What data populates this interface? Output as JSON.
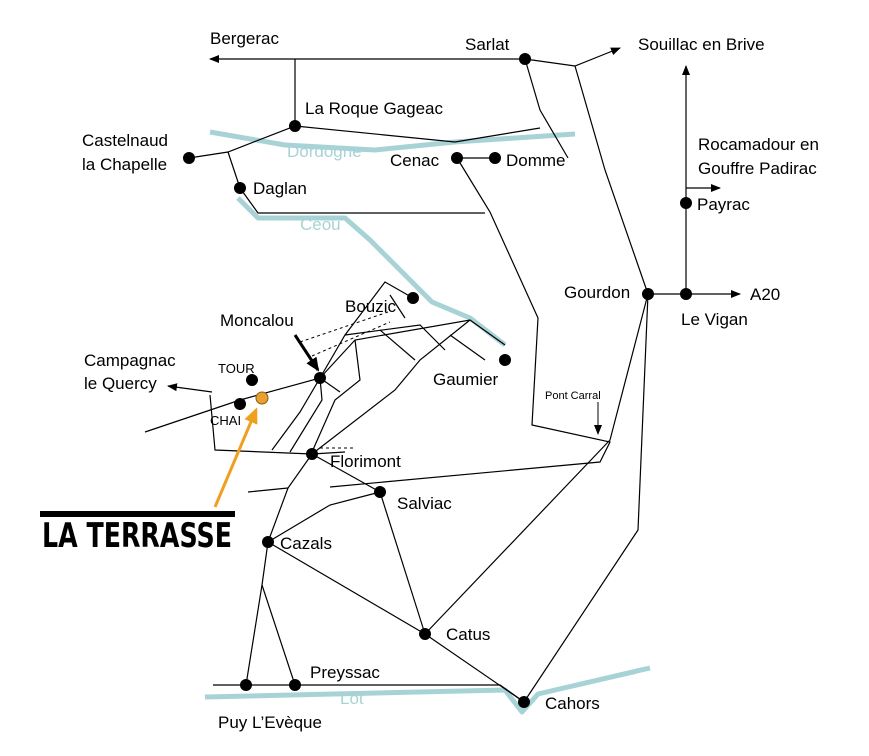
{
  "rivers": {
    "dordogne": "Dordogne",
    "ceou": "Ceou",
    "lot": "Lot"
  },
  "places": {
    "bergerac": "Bergerac",
    "sarlat": "Sarlat",
    "souillac": "Souillac en Brive",
    "la_roque_gageac": "La Roque Gageac",
    "castelnaud_1": "Castelnaud",
    "castelnaud_2": "la Chapelle",
    "cenac": "Cenac",
    "domme": "Domme",
    "rocamadour_1": "Rocamadour en",
    "rocamadour_2": "Gouffre Padirac",
    "daglan": "Daglan",
    "payrac": "Payrac",
    "gourdon": "Gourdon",
    "a20": "A20",
    "le_vigan": "Le Vigan",
    "bouzic": "Bouzic",
    "moncalou": "Moncalou",
    "campagnac_1": "Campagnac",
    "campagnac_2": "le Quercy",
    "tour": "TOUR",
    "chai": "CHAI",
    "gaumier": "Gaumier",
    "pont_carral": "Pont Carral",
    "florimont": "Florimont",
    "salviac": "Salviac",
    "cazals": "Cazals",
    "catus": "Catus",
    "preyssac": "Preyssac",
    "cahors": "Cahors",
    "puy_leveque": "Puy L’Evèque"
  },
  "logo": {
    "text": "LA TERRASSE"
  },
  "colors": {
    "river": "#a8d3d6",
    "marker": "#e8a030",
    "arrow": "#f0a020"
  }
}
